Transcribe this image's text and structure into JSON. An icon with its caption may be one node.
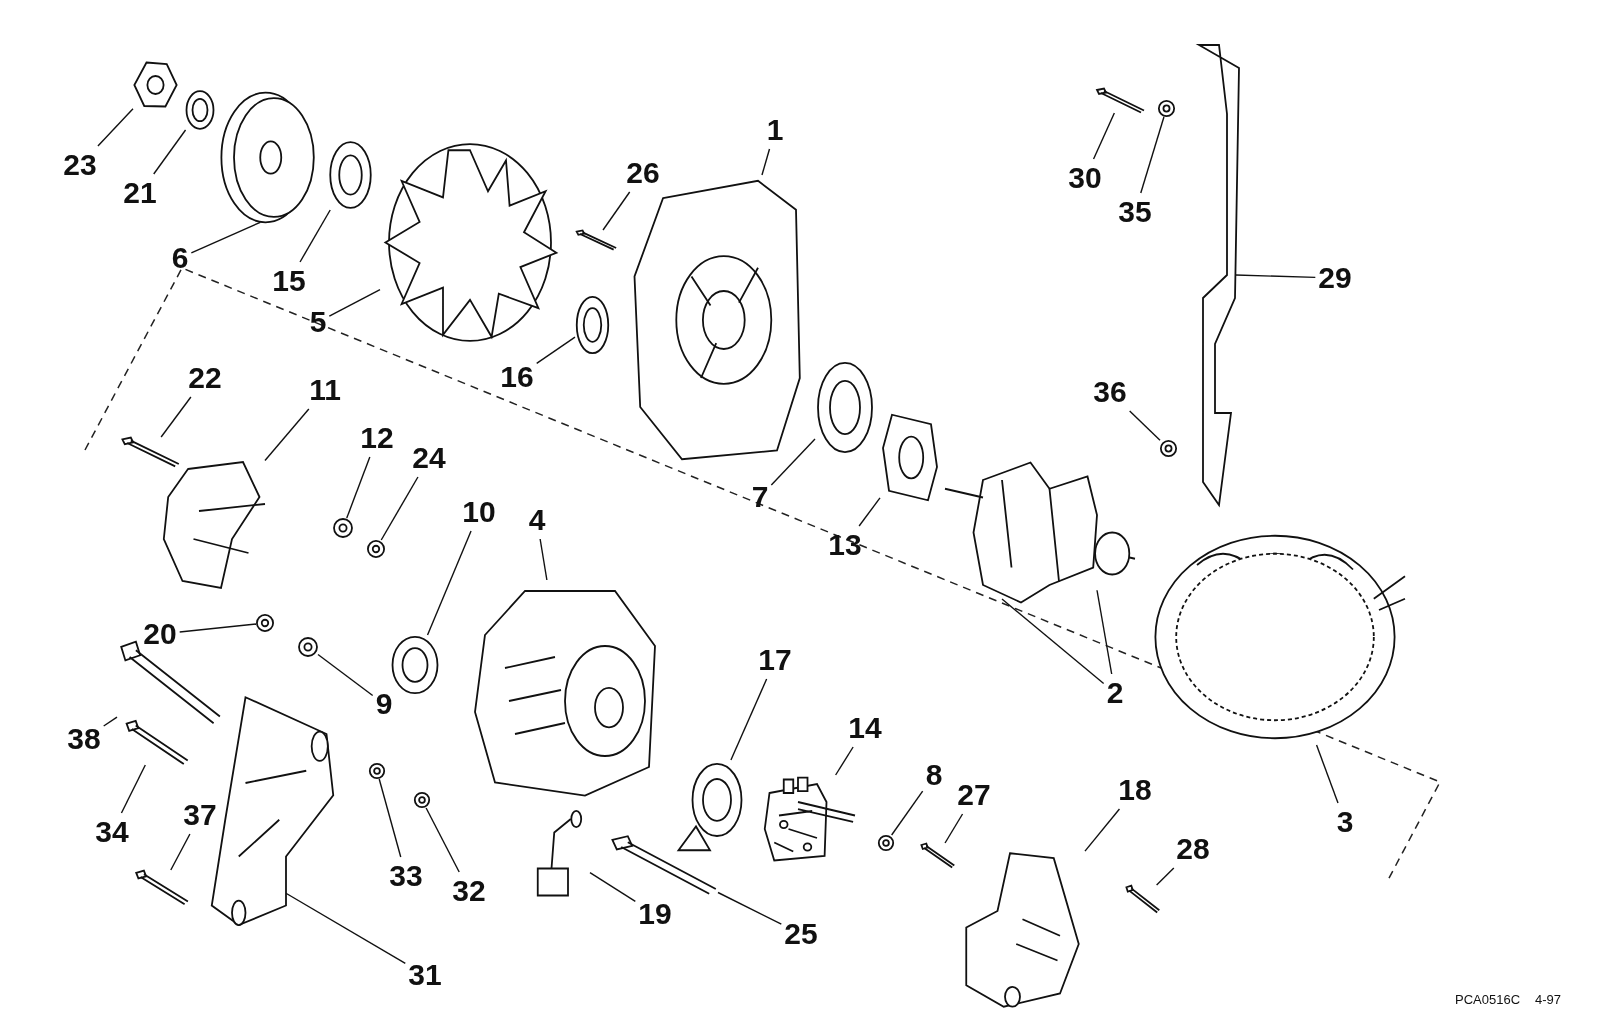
{
  "diagram": {
    "nodes": [
      {
        "text": [
          "1"
        ]
      },
      {
        "text": [
          "2"
        ]
      },
      {
        "text": [
          "3"
        ]
      },
      {
        "text": [
          "4"
        ]
      },
      {
        "text": [
          "5"
        ]
      },
      {
        "text": [
          "6"
        ]
      },
      {
        "text": [
          "7"
        ]
      },
      {
        "text": [
          "8"
        ]
      },
      {
        "text": [
          "9"
        ]
      },
      {
        "text": [
          "10"
        ]
      },
      {
        "text": [
          "11"
        ]
      },
      {
        "text": [
          "12"
        ]
      },
      {
        "text": [
          "13"
        ]
      },
      {
        "text": [
          "14"
        ]
      },
      {
        "text": [
          "15"
        ]
      },
      {
        "text": [
          "16"
        ]
      },
      {
        "text": [
          "17"
        ]
      },
      {
        "text": [
          "18"
        ]
      },
      {
        "text": [
          "19"
        ]
      },
      {
        "text": [
          "20"
        ]
      },
      {
        "text": [
          "21"
        ]
      },
      {
        "text": [
          "22"
        ]
      },
      {
        "text": [
          "23"
        ]
      },
      {
        "text": [
          "24"
        ]
      },
      {
        "text": [
          "25"
        ]
      },
      {
        "text": [
          "26"
        ]
      },
      {
        "text": [
          "27"
        ]
      },
      {
        "text": [
          "28"
        ]
      },
      {
        "text": [
          "29"
        ]
      },
      {
        "text": [
          "30"
        ]
      },
      {
        "text": [
          "31"
        ]
      },
      {
        "text": [
          "32"
        ]
      },
      {
        "text": [
          "33"
        ]
      },
      {
        "text": [
          "34"
        ]
      },
      {
        "text": [
          "35"
        ]
      },
      {
        "text": [
          "36"
        ]
      },
      {
        "text": [
          "37"
        ]
      },
      {
        "text": [
          "38"
        ]
      },
      {
        "text": [],
        "shape": "picture"
      },
      {
        "text": [],
        "shape": "picture"
      },
      {
        "text": [],
        "shape": "picture"
      },
      {
        "text": [],
        "shape": "picture"
      },
      {
        "text": [],
        "shape": "picture"
      },
      {
        "text": [],
        "shape": "picture"
      },
      {
        "text": [],
        "shape": "picture"
      },
      {
        "text": [],
        "shape": "picture"
      },
      {
        "text": [],
        "shape": "picture"
      },
      {
        "text": [],
        "shape": "picture"
      },
      {
        "text": [],
        "shape": "picture"
      },
      {
        "text": [],
        "shape": "picture"
      },
      {
        "text": [],
        "shape": "picture"
      },
      {
        "text": [],
        "shape": "picture"
      },
      {
        "text": [],
        "shape": "picture"
      },
      {
        "text": [],
        "shape": "picture"
      },
      {
        "text": [],
        "shape": "picture"
      },
      {
        "text": [],
        "shape": "picture"
      },
      {
        "text": [],
        "shape": "picture"
      },
      {
        "text": [],
        "shape": "picture"
      },
      {
        "text": [],
        "shape": "picture"
      },
      {
        "text": [],
        "shape": "picture"
      },
      {
        "text": [],
        "shape": "picture"
      },
      {
        "text": [],
        "shape": "picture"
      },
      {
        "text": [],
        "shape": "picture"
      },
      {
        "text": [],
        "shape": "picture"
      },
      {
        "text": [],
        "shape": "picture"
      },
      {
        "text": [],
        "shape": "picture"
      },
      {
        "text": [],
        "shape": "picture"
      },
      {
        "text": [],
        "shape": "picture"
      },
      {
        "text": [],
        "shape": "picture"
      },
      {
        "text": [],
        "shape": "picture"
      },
      {
        "text": [],
        "shape": "picture"
      },
      {
        "text": [],
        "shape": "picture"
      },
      {
        "text": [],
        "shape": "picture"
      },
      {
        "text": [],
        "shape": "picture"
      },
      {
        "text": [],
        "shape": "picture"
      },
      {
        "text": [],
        "shape": "picture"
      }
    ],
    "edges": [
      {
        "from": 0,
        "to": 38,
        "arrow": "none"
      },
      {
        "from": 1,
        "to": 39,
        "arrow": "none"
      },
      {
        "from": 1,
        "to": 39,
        "arrow": "none"
      },
      {
        "from": 2,
        "to": 40,
        "arrow": "none"
      },
      {
        "from": 3,
        "to": 41,
        "arrow": "none"
      },
      {
        "from": 4,
        "to": 42,
        "arrow": "none"
      },
      {
        "from": 5,
        "to": 43,
        "arrow": "none"
      },
      {
        "from": 6,
        "to": 44,
        "arrow": "none"
      },
      {
        "from": 7,
        "to": 45,
        "arrow": "none"
      },
      {
        "from": 8,
        "to": 46,
        "arrow": "none"
      },
      {
        "from": 9,
        "to": 47,
        "arrow": "none"
      },
      {
        "from": 10,
        "to": 48,
        "arrow": "none"
      },
      {
        "from": 11,
        "to": 49,
        "arrow": "none"
      },
      {
        "from": 12,
        "to": 50,
        "arrow": "none"
      },
      {
        "from": 13,
        "to": 51,
        "arrow": "none"
      },
      {
        "from": 14,
        "to": 52,
        "arrow": "none"
      },
      {
        "from": 15,
        "to": 53,
        "arrow": "none"
      },
      {
        "from": 16,
        "to": 54,
        "arrow": "none"
      },
      {
        "from": 17,
        "to": 55,
        "arrow": "none"
      },
      {
        "from": 18,
        "to": 56,
        "arrow": "none"
      },
      {
        "from": 19,
        "to": 57,
        "arrow": "none"
      },
      {
        "from": 20,
        "to": 58,
        "arrow": "none"
      },
      {
        "from": 21,
        "to": 59,
        "arrow": "none"
      },
      {
        "from": 22,
        "to": 60,
        "arrow": "none"
      },
      {
        "from": 23,
        "to": 61,
        "arrow": "none"
      },
      {
        "from": 24,
        "to": 62,
        "arrow": "none"
      },
      {
        "from": 25,
        "to": 63,
        "arrow": "none"
      },
      {
        "from": 26,
        "to": 64,
        "arrow": "none"
      },
      {
        "from": 27,
        "to": 65,
        "arrow": "none"
      },
      {
        "from": 28,
        "to": 66,
        "arrow": "none"
      },
      {
        "from": 29,
        "to": 67,
        "arrow": "none"
      },
      {
        "from": 30,
        "to": 68,
        "arrow": "none"
      },
      {
        "from": 31,
        "to": 69,
        "arrow": "none"
      },
      {
        "from": 32,
        "to": 70,
        "arrow": "none"
      },
      {
        "from": 33,
        "to": 71,
        "arrow": "none"
      },
      {
        "from": 34,
        "to": 72,
        "arrow": "none"
      },
      {
        "from": 35,
        "to": 73,
        "arrow": "none"
      },
      {
        "from": 36,
        "to": 74,
        "arrow": "none"
      },
      {
        "from": 37,
        "to": 75,
        "arrow": "none"
      }
    ],
    "labels": [
      "PCA0516C",
      "4-97"
    ]
  }
}
